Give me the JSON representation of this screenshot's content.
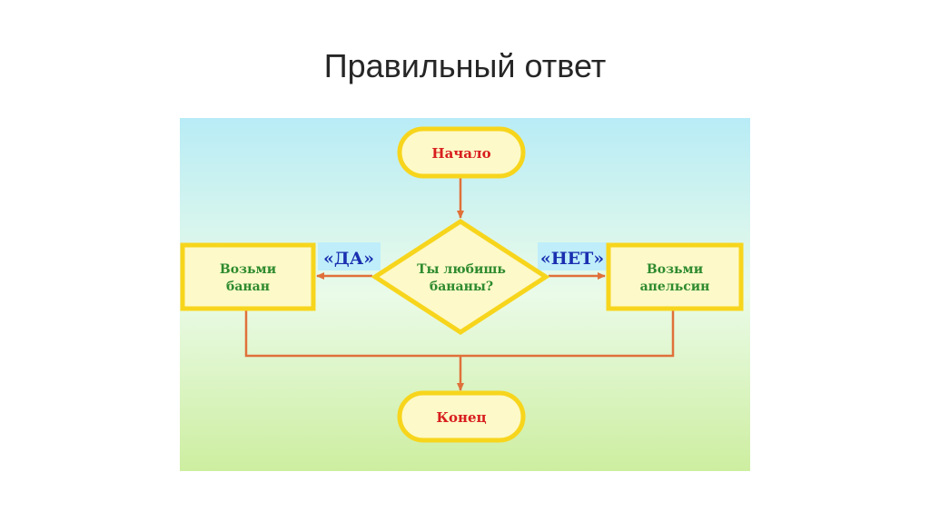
{
  "slide": {
    "title": "Правильный ответ"
  },
  "flowchart": {
    "start": "Начало",
    "decision": [
      "Ты любишь",
      "бананы?"
    ],
    "yes_label": "«ДА»",
    "no_label": "«НЕТ»",
    "yes_action": [
      "Возьми",
      "банан"
    ],
    "no_action": [
      "Возьми",
      "апельсин"
    ],
    "end": "Конец"
  },
  "colors": {
    "terminal_text": "#d81e1e",
    "action_text": "#2e8b2e",
    "label_text": "#1a2fb0",
    "border": "#f7d51c",
    "fill": "#fdf9c8",
    "arrow": "#e0703a",
    "label_bg": "#bfeefa"
  }
}
